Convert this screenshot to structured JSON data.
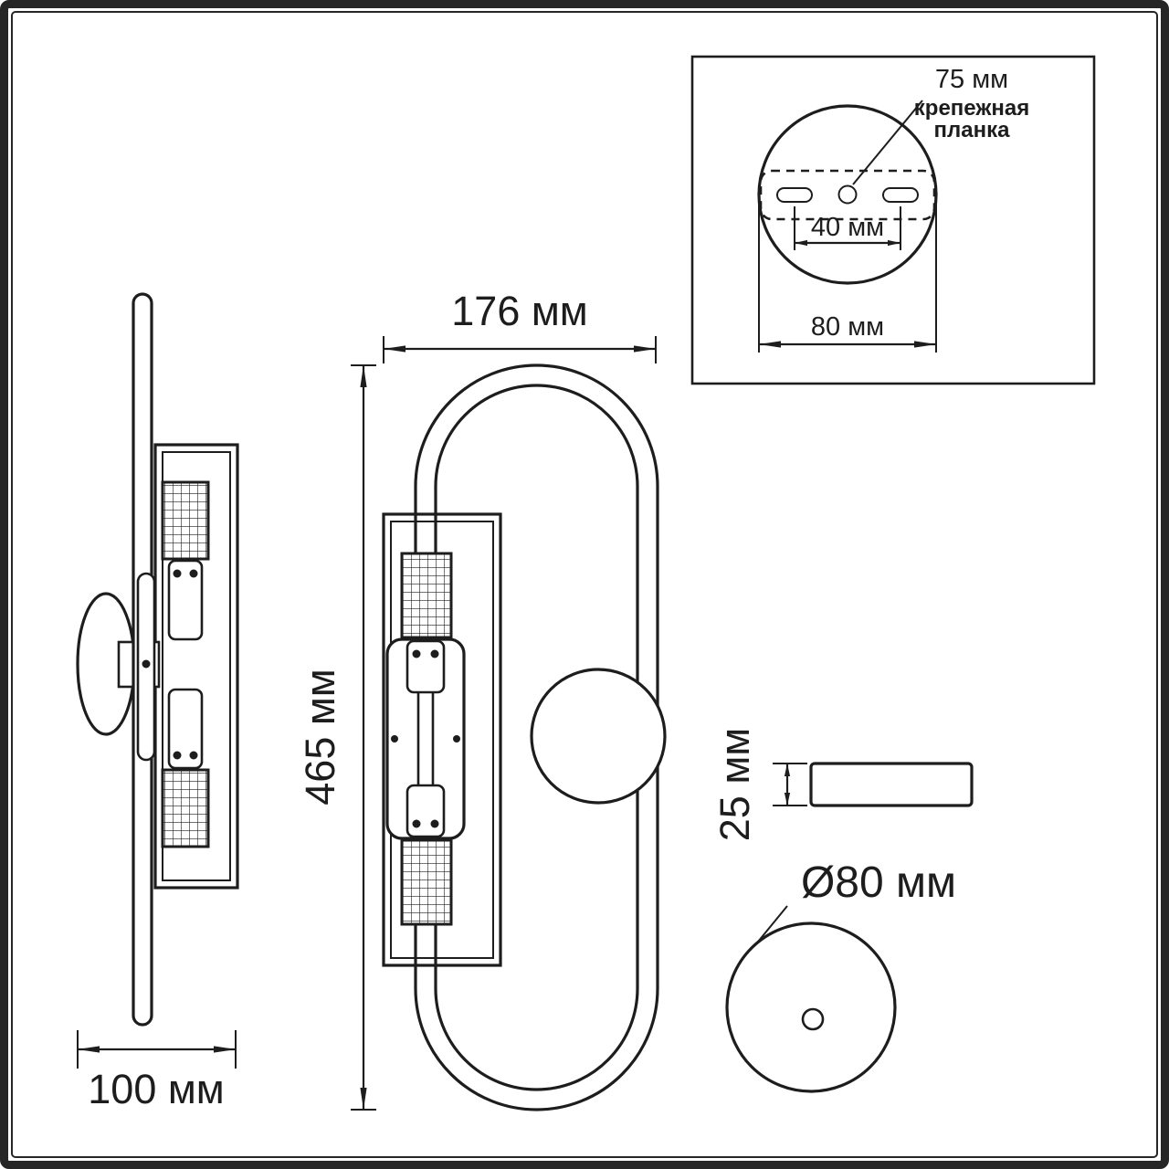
{
  "drawing": {
    "background": "#ffffff",
    "line_color": "#1d1d1d"
  },
  "front_view": {
    "width_label": "176 мм",
    "height_label": "465 мм"
  },
  "side_view": {
    "depth_label": "100 мм"
  },
  "plate_profile": {
    "thickness_label": "25 мм"
  },
  "base_plate": {
    "diameter_label": "Ø80 мм"
  },
  "mounting_inset": {
    "pitch_label": "75 мм",
    "bracket_line1": "крепежная",
    "bracket_line2": "планка",
    "slot_spacing_label": "40 мм",
    "plate_width_label": "80 мм"
  }
}
